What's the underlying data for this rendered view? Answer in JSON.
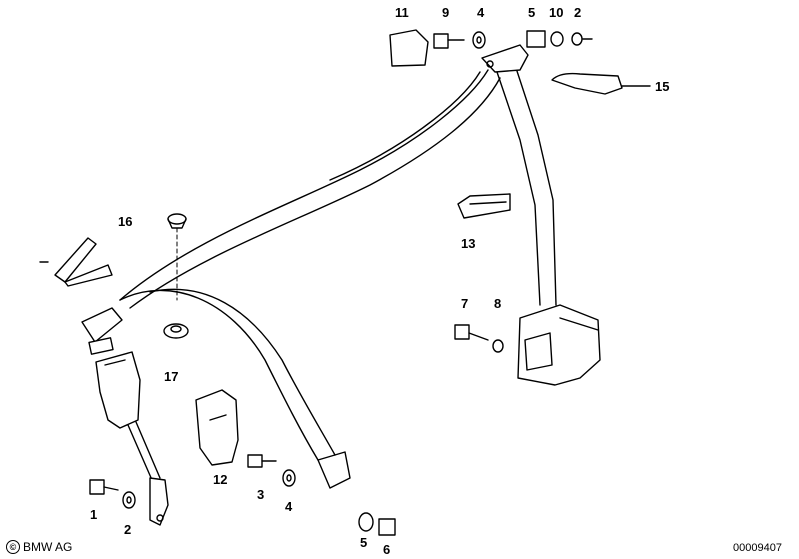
{
  "labels": {
    "p1": "1",
    "p2a": "2",
    "p2b": "2",
    "p3": "3",
    "p4a": "4",
    "p4b": "4",
    "p5a": "5",
    "p5b": "5",
    "p6": "6",
    "p7": "7",
    "p8": "8",
    "p9": "9",
    "p10": "10",
    "p11": "11",
    "p12": "12",
    "p13": "13",
    "p15": "15",
    "p16": "16",
    "p17": "17"
  },
  "footer": {
    "copyright_symbol": "©",
    "copyright_text": "BMW AG",
    "reference_number": "00009407"
  },
  "icons": {
    "copyright": "copyright-icon"
  }
}
